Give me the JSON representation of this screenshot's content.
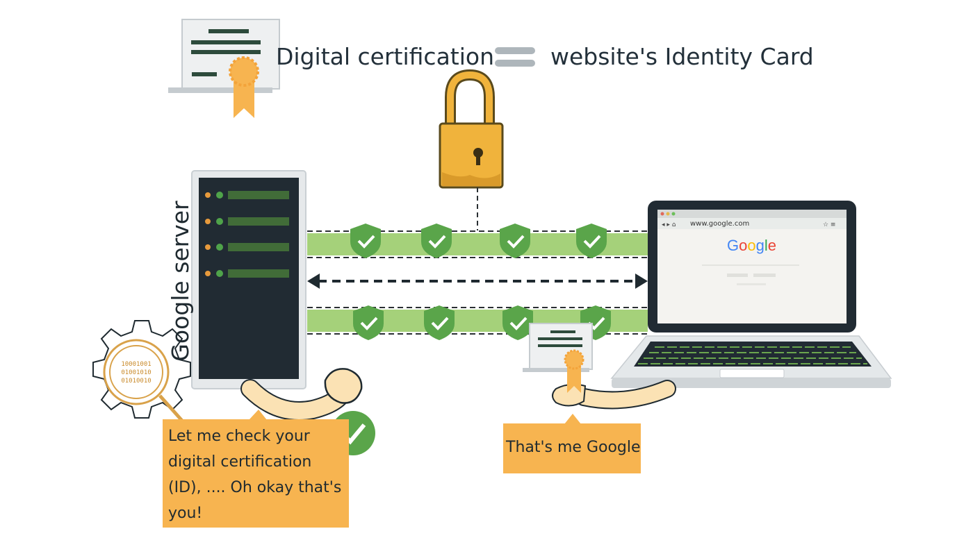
{
  "header": {
    "title_left": "Digital certification",
    "title_right": "website's Identity Card"
  },
  "server": {
    "label": "Google server"
  },
  "browser": {
    "url": "www.google.com",
    "logo_letters": [
      "G",
      "o",
      "o",
      "g",
      "l",
      "e"
    ],
    "logo_colors": [
      "#4285F4",
      "#EA4335",
      "#FBBC05",
      "#4285F4",
      "#34A853",
      "#EA4335"
    ]
  },
  "bubbles": {
    "server_text": "Let me check your digital certification (ID), .... Oh okay that's you!",
    "client_text": "That's me Google"
  },
  "colors": {
    "orange": "#f7b450",
    "green_band": "#a5d17a",
    "shield_green": "#5aa54a",
    "dark": "#212b33",
    "laptop_silver": "#e4e8ea"
  },
  "icons": [
    "certificate-icon",
    "equals-icon",
    "padlock-icon",
    "shield-check-icon",
    "gear-magnifier-icon",
    "check-circle-icon",
    "double-arrow-icon"
  ]
}
